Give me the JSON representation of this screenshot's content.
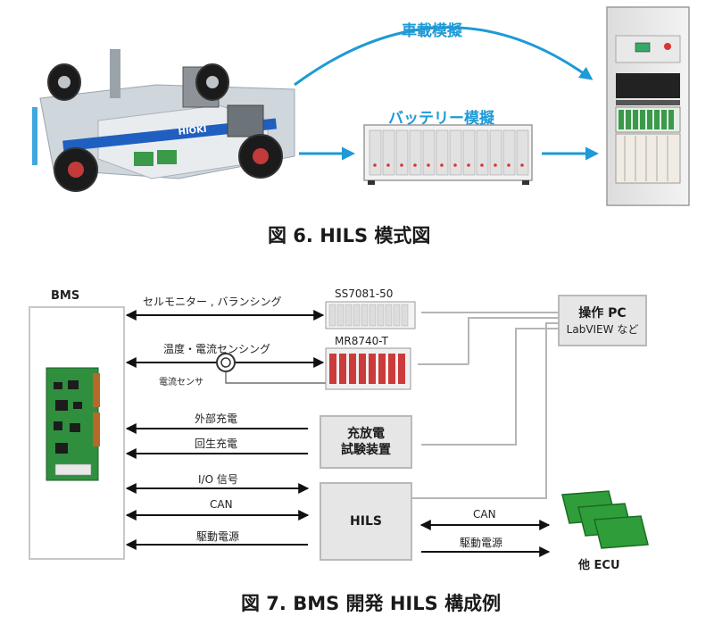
{
  "top": {
    "arrow_labels": {
      "vehicle_sim": "車載模擬",
      "battery_sim": "バッテリー模擬"
    },
    "car_brand": "HIOKI",
    "caption": "図 6. HILS 模式図"
  },
  "bottom": {
    "bms_label": "BMS",
    "devices": {
      "ss7081": "SS7081-50",
      "mr8740": "MR8740-T"
    },
    "sensor_label": "電流センサ",
    "signals": {
      "cell_monitor": "セルモニター , バランシング",
      "temp_current": "温度・電流センシング",
      "external_charge": "外部充電",
      "regen_charge": "回生充電",
      "io_signal": "I/O 信号",
      "can_bms": "CAN",
      "drive_power_bms": "駆動電源",
      "can_ecu": "CAN",
      "drive_power_ecu": "駆動電源"
    },
    "boxes": {
      "pc_title": "操作 PC",
      "pc_sub": "LabVIEW など",
      "charger_line1": "充放電",
      "charger_line2": "試験装置",
      "hils": "HILS"
    },
    "ecu_label": "他 ECU",
    "caption": "図 7. BMS 開発 HILS 構成例"
  },
  "colors": {
    "accent_blue": "#1e9ad6",
    "box_fill": "#e6e6e6",
    "box_border": "#b9b9b9",
    "ecu_green": "#2f9e3a",
    "pcb_green": "#2f8f3f"
  }
}
